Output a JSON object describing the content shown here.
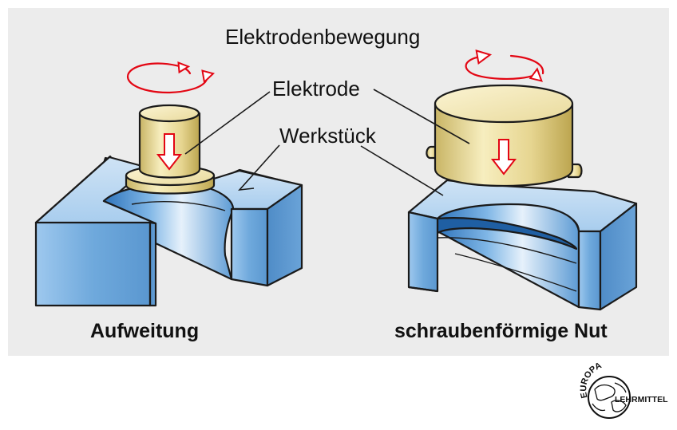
{
  "labels": {
    "motion": "Elektrodenbewegung",
    "electrode": "Elektrode",
    "workpiece": "Werkstück"
  },
  "captions": {
    "left": "Aufweitung",
    "right": "schraubenförmige Nut"
  },
  "logo": {
    "arc_text": "EUROPA",
    "side_text": "LEHRMITTEL"
  },
  "colors": {
    "panel_background": "#ececec",
    "workpiece_blue": "#7fb6e6",
    "electrode_gold": "#e6d590",
    "motion_arrow_red": "#e30613"
  }
}
